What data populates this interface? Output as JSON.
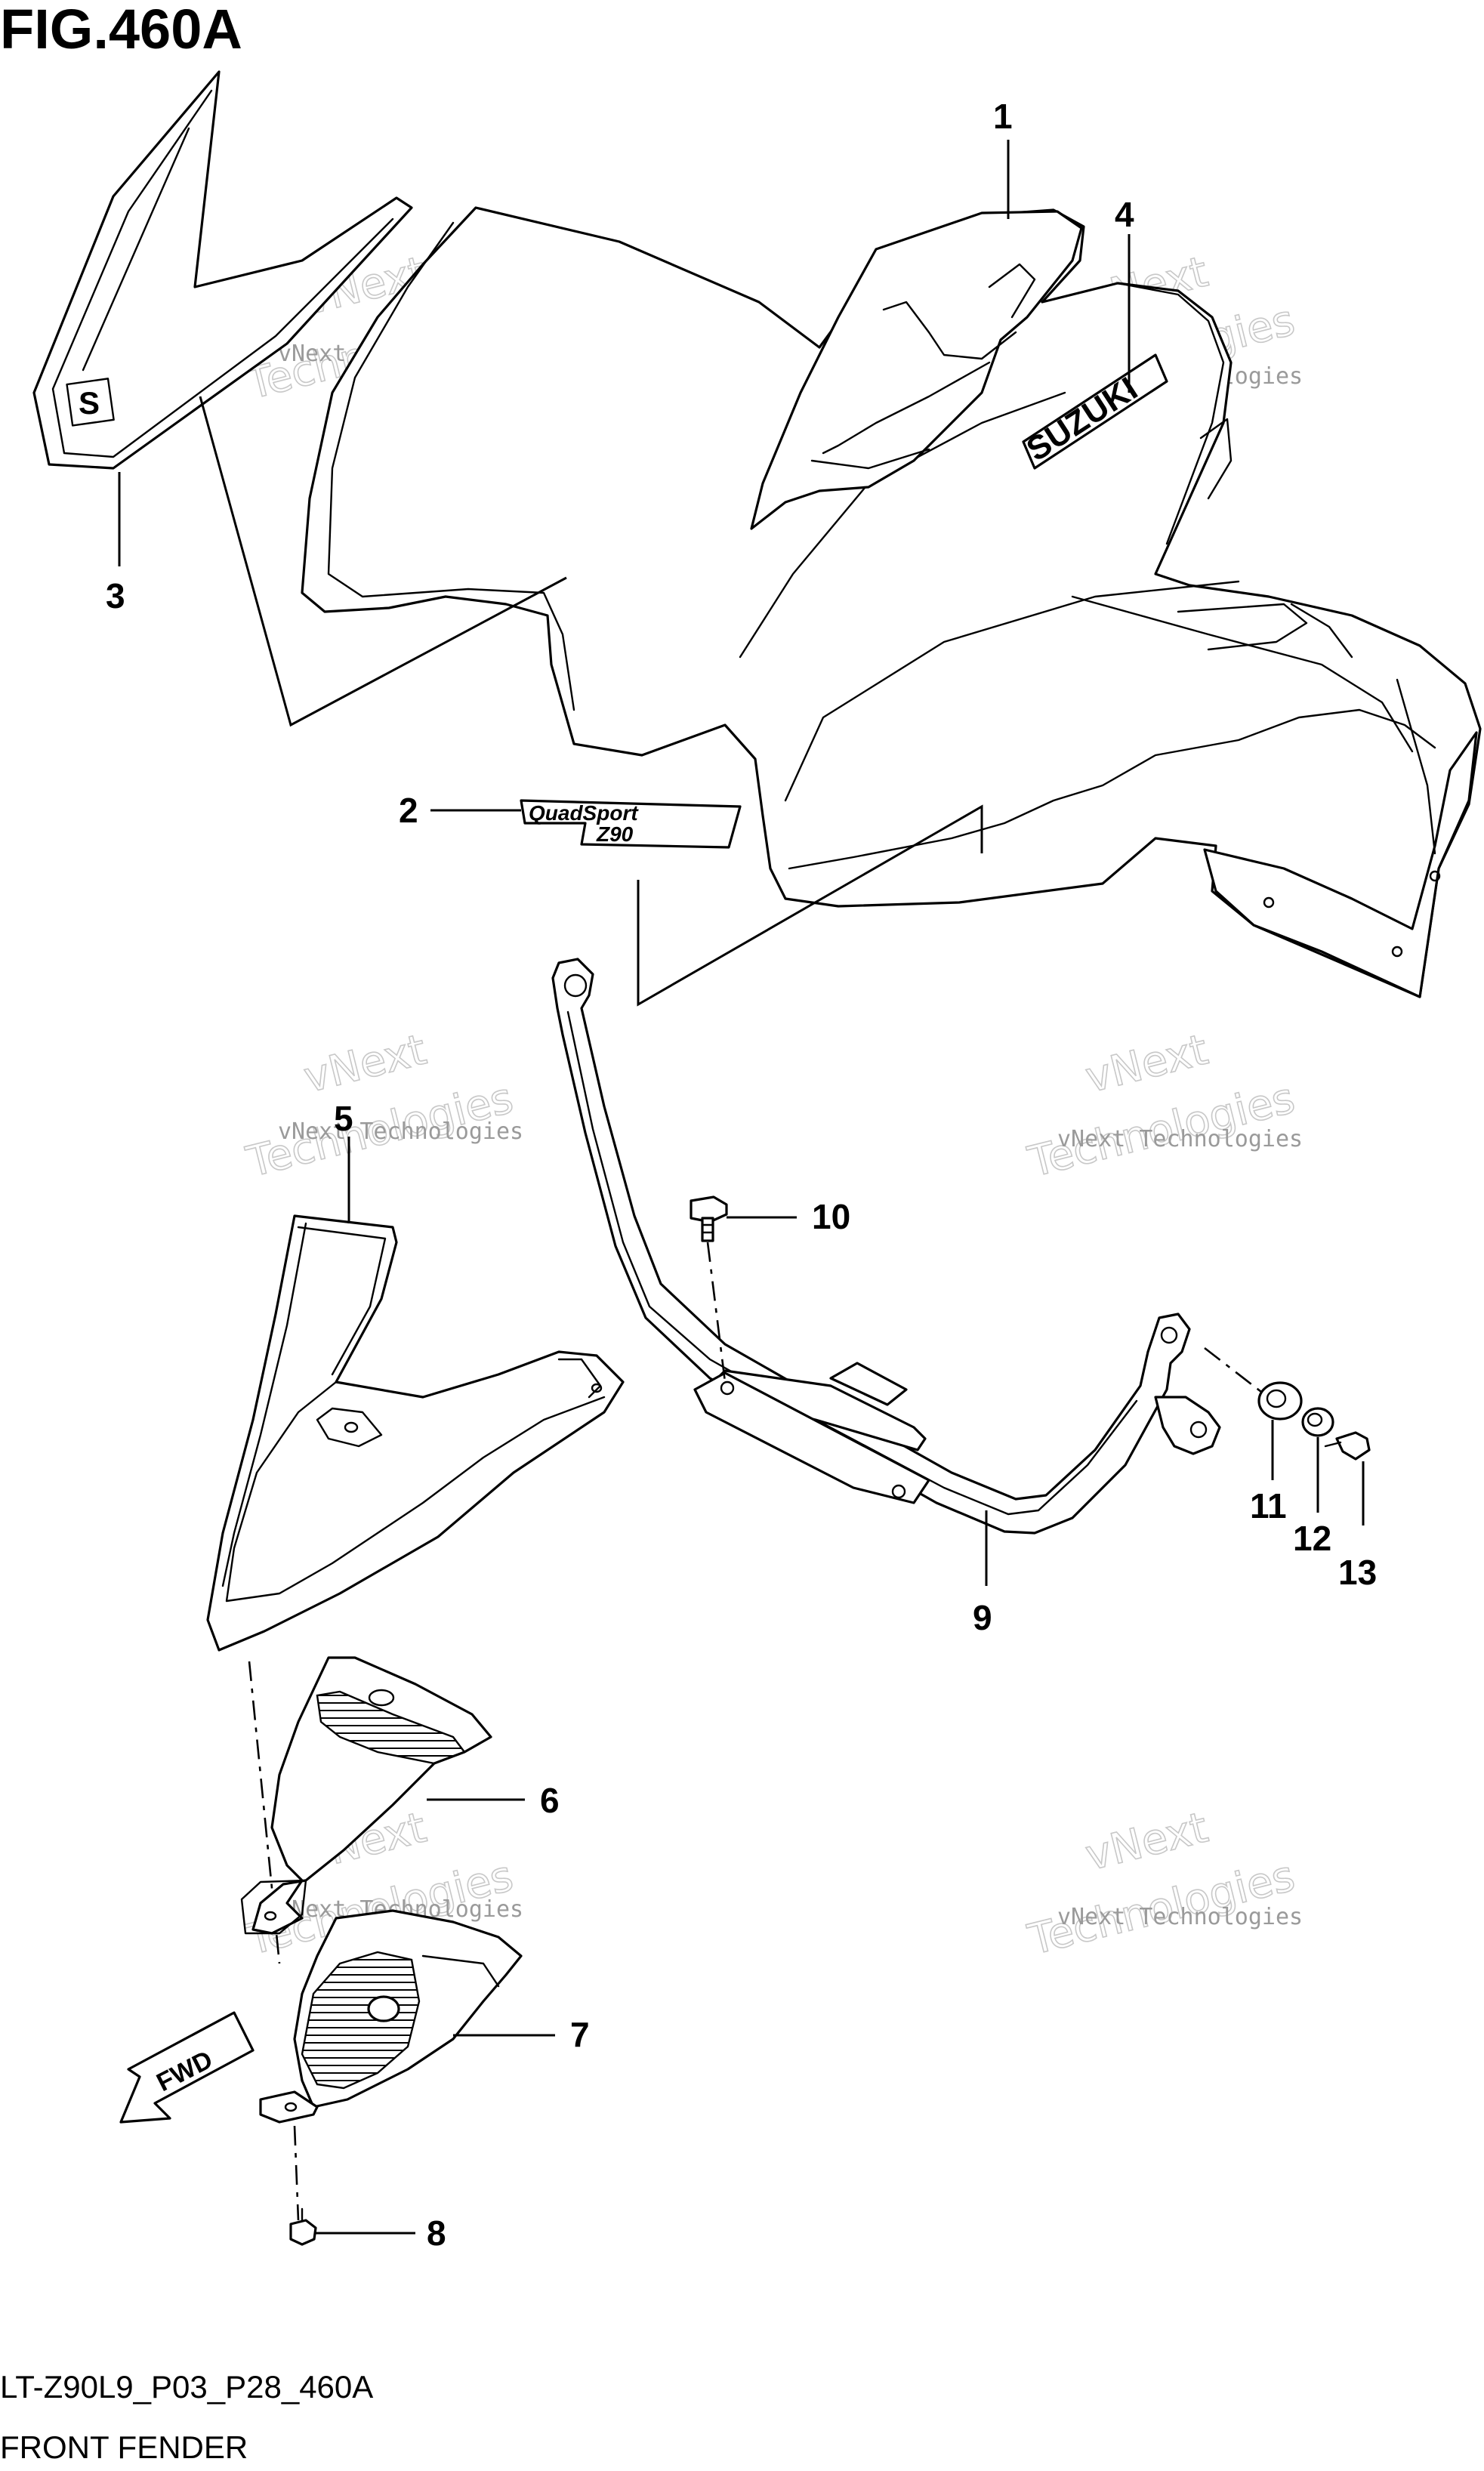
{
  "figure": {
    "title": "FIG.460A",
    "code": "LT-Z90L9_P03_P28_460A",
    "caption": "FRONT FENDER"
  },
  "callouts": [
    "1",
    "2",
    "3",
    "4",
    "5",
    "6",
    "7",
    "8",
    "9",
    "10",
    "11",
    "12",
    "13"
  ],
  "decals": {
    "brand": "SUZUKI",
    "model_line1": "QuadSport",
    "model_line2": "Z90",
    "emblem": "S"
  },
  "direction_arrow": "FWD",
  "watermark": {
    "line1": "vNext",
    "line2": "vNext Technologies",
    "line3": "Technologies"
  }
}
